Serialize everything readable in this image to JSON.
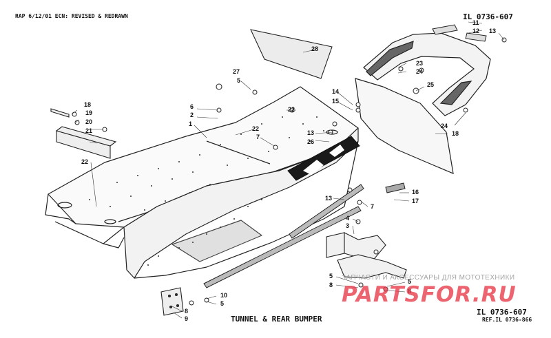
{
  "header": {
    "revision_note": "RAP 6/12/01 ECN: REVISED & REDRAWN",
    "illustration_number": "IL 0736-607"
  },
  "footer": {
    "title": "TUNNEL & REAR BUMPER",
    "illustration_number": "IL 0736-607",
    "reference": "REF.IL 0736-866"
  },
  "watermark": {
    "text": "ЗАПЧАСТИ И АКСЕССУАРЫ ДЛЯ МОТОТЕХНИКИ",
    "logo": "PARTSFOR.RU",
    "logo_color": "#e8394a"
  },
  "callouts": [
    "1",
    "2",
    "3",
    "4",
    "5",
    "6",
    "7",
    "8",
    "9",
    "10",
    "11",
    "12",
    "13",
    "14",
    "15",
    "16",
    "17",
    "18",
    "19",
    "20",
    "21",
    "22",
    "23",
    "24",
    "25",
    "26",
    "27",
    "28"
  ]
}
